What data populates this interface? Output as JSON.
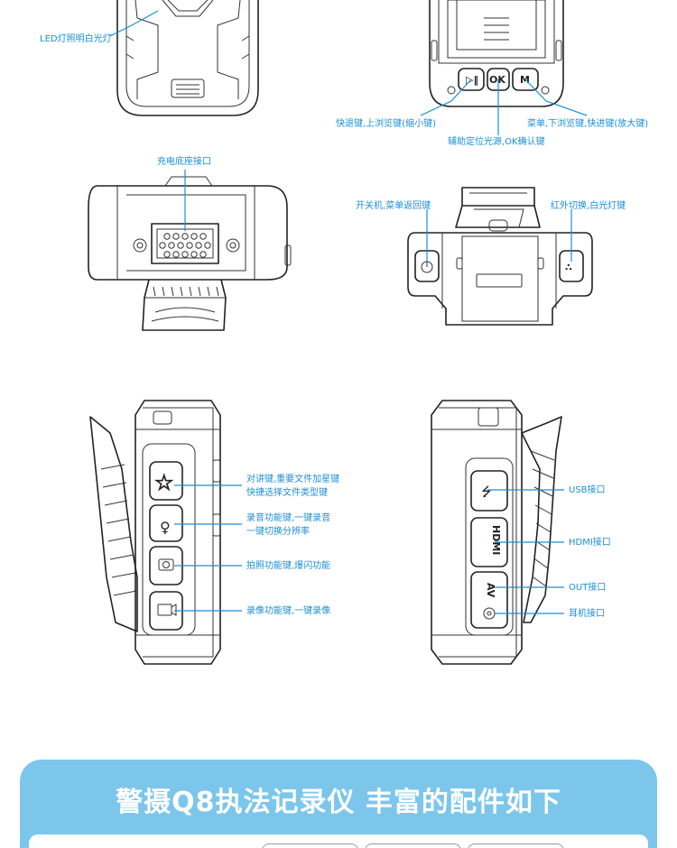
{
  "callouts": {
    "led_light": "LED灯照明白光灯",
    "quick_back": "快退键,上浏览键(缩小键)",
    "menu_down": "菜单,下浏览键,快进键(放大键)",
    "aux_ok": "辅助定位光源,OK确认键",
    "charge_dock": "充电底座接口",
    "power_menu": "开关机,菜单返回键",
    "ir_switch": "红外切换,白光灯键",
    "talk_key_1": "对讲键,重要文件加星键",
    "talk_key_2": "快捷选择文件类型键",
    "record_audio_1": "录音功能键,一键录音",
    "record_audio_2": "一键切换分辨率",
    "photo_key": "拍照功能键,爆闪功能",
    "video_key": "录像功能键,一键录像",
    "usb_port": "USB接口",
    "hdmi_port": "HDMI接口",
    "out_port": "OUT接口",
    "earphone_port": "耳机接口"
  },
  "device": {
    "btn_ok": "OK",
    "btn_m": "M",
    "btn_av": "AV",
    "btn_hdmi": "HDMI"
  },
  "banner": {
    "title": "警摄Q8执法记录仪   丰富的配件如下"
  },
  "colors": {
    "accent": "#1a8fd8",
    "banner": "#7cc6ec",
    "outline": "#222222"
  }
}
